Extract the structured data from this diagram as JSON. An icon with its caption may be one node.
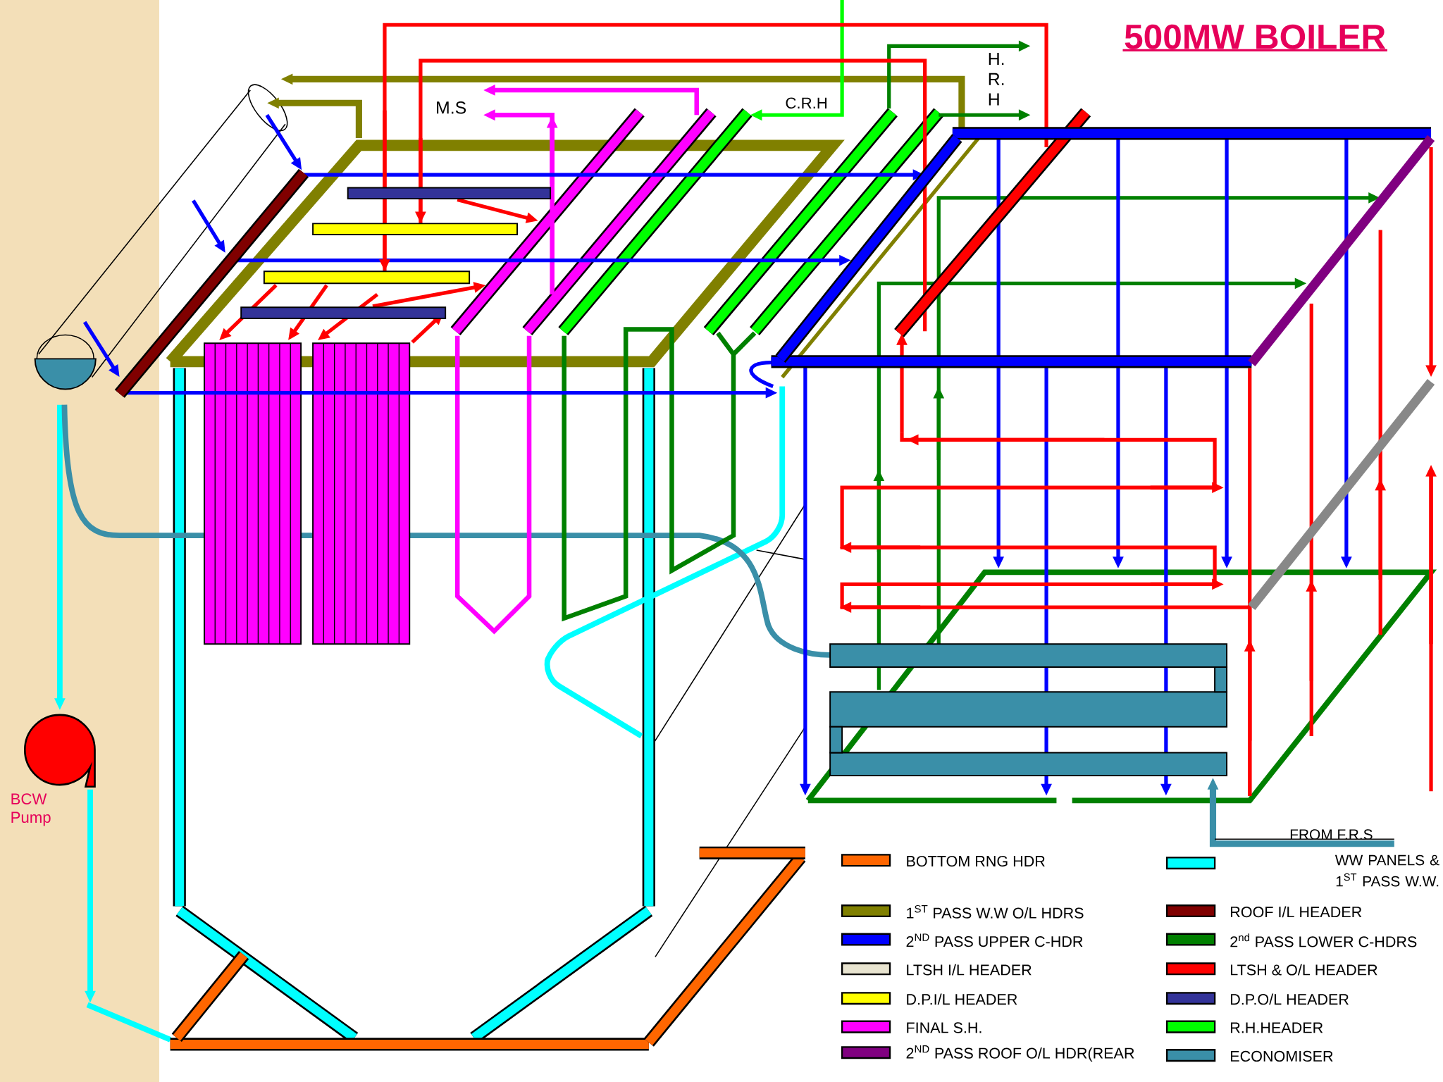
{
  "diagram": {
    "title": "500MW BOILER",
    "labels": [
      "M.S",
      "C.R.H",
      "H. R. H",
      "BCW Pump",
      "FROM F.R.S"
    ],
    "legend": [
      {
        "text": "BOTTOM RNG HDR",
        "color": "#ff6600"
      },
      {
        "text": "1$^{ST}$ PASS W.W O/L HDRS",
        "color": "#808000"
      },
      {
        "text": "2$^{ND}$ PASS UPPER C-HDR",
        "color": "#0000ff"
      },
      {
        "text": "LTSH I/L HEADER",
        "color": "#e8e4d0"
      },
      {
        "text": "D.P.I/L HEADER",
        "color": "#ffff00"
      },
      {
        "text": "FINAL S.H.",
        "color": "#ff00ff"
      },
      {
        "text": "2$^{ND}$ PASS ROOF O/L HDR(REAR",
        "color": "#800080"
      },
      {
        "text": "WW PANELS & 1$^{ST}$ PASS W.W.",
        "color": "#00ffff"
      },
      {
        "text": "ROOF I/L HEADER",
        "color": "#800000"
      },
      {
        "text": "2$^{nd}$ PASS LOWER C-HDRS",
        "color": "#008000"
      },
      {
        "text": "LTSH & O/L HEADER",
        "color": "#ff0000"
      },
      {
        "text": "D.P.O/L HEADER",
        "color": "#333399"
      },
      {
        "text": "R.H.HEADER",
        "color": "#00ff00"
      },
      {
        "text": "ECONOMISER",
        "color": "#3a8fa8"
      }
    ]
  }
}
